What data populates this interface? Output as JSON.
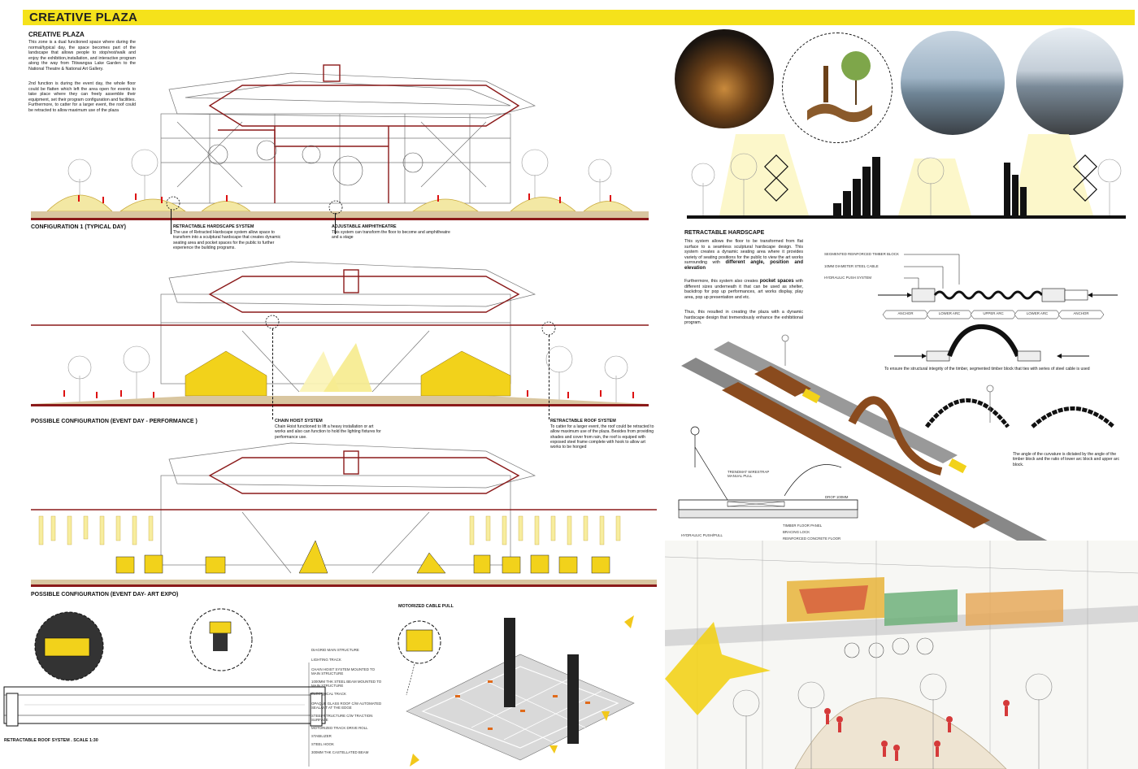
{
  "header": {
    "title": "CREATIVE PLAZA"
  },
  "intro": {
    "heading": "CREATIVE PLAZA",
    "para1": "This zone is a dual functioned space where during the normal/typical day, the space becomes part of the landscape that allows people to stop/rest/walk and enjoy the exhibition,installation, and interactive program along the way from Titiwangsa Lake Garden to the National Theatre & National Art Gallery.",
    "para2": "2nd function is during the event day, the whole floor could be flatten which left the area open for events to take place where they can freely assemble their equipment, set their program configuration and facilities. Furthermore, to catter for a larger event, the roof could be retracted to allow maximum use of the plaza"
  },
  "configurations": [
    {
      "label": "CONFIGURATION 1 (TYPICAL DAY)"
    },
    {
      "label": "POSSIBLE CONFIGURATION (EVENT DAY - PERFORMANCE )"
    },
    {
      "label": "POSSIBLE CONFIGURATION (EVENT DAY- ART EXPO)"
    }
  ],
  "callouts": {
    "hardscape": {
      "title": "RETRACTABLE HARDSCAPE SYSTEM",
      "text": "The use of Retracted Hardscape system allow space to transform into a sculptural hardscape that creates dynamic seating area and pocket spaces for the public to further experience the building programs."
    },
    "amphi": {
      "title": "ADJUSTABLE AMPHITHEATRE",
      "text": "This system can transform the floor to become and amphitheatre and a stage"
    },
    "hoist": {
      "title": "CHAIN HOIST SYSTEM",
      "text": "Chain Hoist functioned to lift a heavy installation or art works and also can function to hold the lighting fixtures for performance use."
    },
    "roof": {
      "title": "RETRACTABLE ROOF SYSTEM",
      "text": "To catter for a larger event, the roof could be retracted to allow maximum use of the plaza. Besides from providing shades and cover from rain, the roof is equiped with exposed steel frame complete with hook to allow art works to be honged"
    }
  },
  "roof_detail": {
    "title": "RETRACTABLE ROOF SYSTEM . SCALE 1:30",
    "motor_label": "MOTORIZED CABLE PULL",
    "legend": [
      "DIAGRID MAIN STRUCTURE",
      "LIGHTING TRACK",
      "CHAIN HOIST SYSTEM MOUNTED TO MAIN STRUCTURE",
      "1000MM THK STEEL BEAM MOUNTED TO MAIN STRUCTURE",
      "ELECTRICAL TRACK",
      "OPAQUE GLASS ROOF C/W AUTOMATED SEALANT AT THE EDGE",
      "STEEL STRUCTURE C/W TRACTION SURFACE",
      "MOTORIZED TRACK DRIVE ROLL",
      "STABILIZER",
      "STEEL HOOK",
      "300MM THK CASTELLATED BEAM"
    ]
  },
  "hardscape": {
    "heading": "RETRACTABLE HARDSCAPE",
    "para1_a": "This system allows the floor to be transformed from flat surface to a seamless sculptural hardscape design. This system creates a dynamic seating area where it provides variety of seating positions for the public to view the art works surrounding with ",
    "para1_b": "different angle, position and elevation",
    "para2_a": "Furthermore, this system also creates ",
    "para2_b": "pocket spaces",
    "para2_c": " with different sizes underneath it that can be used as shelter, backdrop for pop up performances, art works display, play area, pop up presentation and etc.",
    "para3": "Thus, this resulted in creating the plaza with a dynamic hardscape design that tremendously enhance the exhibitional program.",
    "diagram_labels": [
      "SEGMENTED REINFORCED TIMBER BLOCK",
      "10MM DIAMETER STEEL CABLE",
      "HYDRAULIC PUSH SYSTEM"
    ],
    "segments": [
      "ANCHOR",
      "LOWER ARC",
      "UPPER ARC",
      "LOWER ARC",
      "ANCHOR"
    ],
    "integrity_note": "To ensure the structural integrity of the timber, segmented timber block that ties with series of steel cable is used",
    "curvature_note": "The angle of the curvature is dictated by the angle of the timber block and the ratio of lower arc block and upper arc block.",
    "section_labels": [
      "TRENDMAT WIRESTRAP MANUAL PULL",
      "DROP 100MM",
      "TIMBER FLOOR PANEL",
      "BRACING LOCK",
      "REINFORCED CONCRETE FLOOR",
      "HYDRAULIC PUSH/PULL"
    ]
  },
  "colors": {
    "banner": "#f5e21b",
    "ground": "#d9c6a0",
    "accent_red": "#8b1a1a",
    "yellow": "#f2d21b"
  }
}
